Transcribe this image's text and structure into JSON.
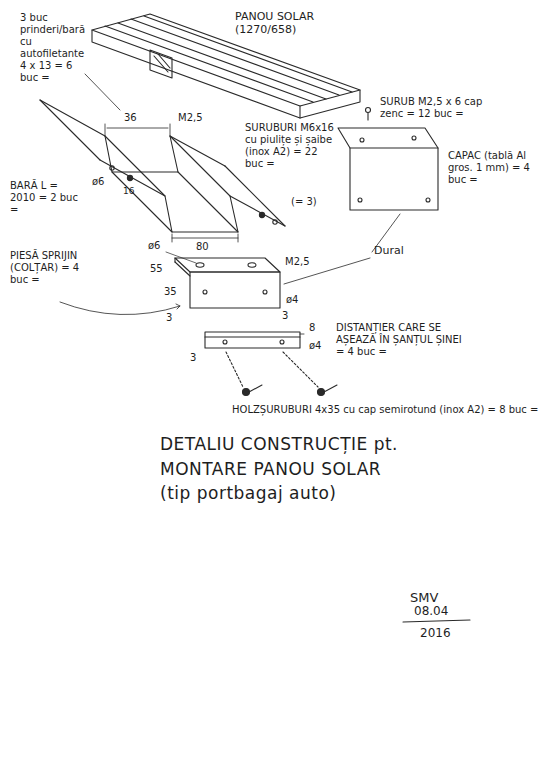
{
  "diagram": {
    "title": "DETALIU CONSTRUCȚIE pt. MONTARE PANOU SOLAR (tip portbagaj auto)",
    "labels": [
      "3 buc prinderi/bară cu autofiletante 4 x 13 = 6 buc =",
      "PANOU SOLAR (1270/658)",
      "SURUB M2,5 x 6 cap zenc = 12 buc =",
      "36",
      "M2,5",
      "SURUBURI M6x16 cu piulițe și șaibe (inox A2) = 22 buc =",
      "16",
      "(= 3)",
      "BARĂ L = 2010 = 2 buc =",
      "ø6",
      "80",
      "CAPAC (tablă Al gros. 1 mm) = 4 buc =",
      "55",
      "ø6",
      "M2,5",
      "Dural",
      "PIESĂ SPRIJIN (COLȚAR) = 4 buc =",
      "35",
      "ø4",
      "3",
      "3",
      "DISTANȚIER CARE SE AȘEAZĂ ÎN ȘANȚUL ȘINEI = 4 buc =",
      "8",
      "ø4",
      "3",
      "HOLZȘURUBURI 4x35 cu cap semirotund (inox A2) = 8 buc =",
      "SMV",
      "08.04",
      "2016"
    ]
  }
}
